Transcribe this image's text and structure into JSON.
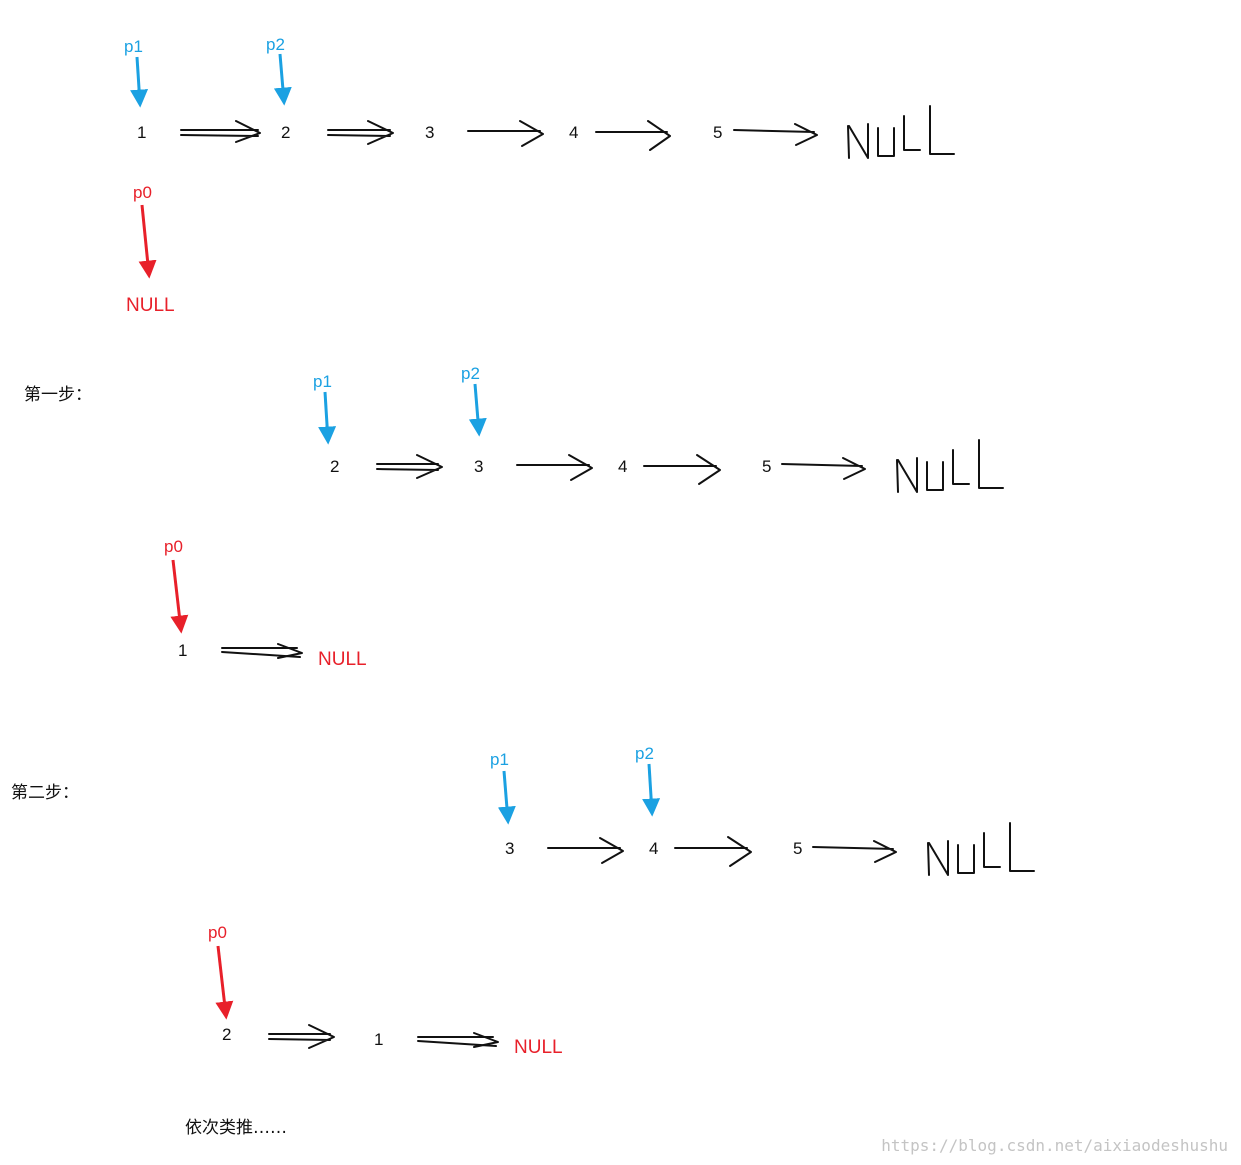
{
  "colors": {
    "pointer_blue": "#1ba1e2",
    "pointer_red": "#e8202a",
    "text": "#111111",
    "watermark": "#c4c4c4"
  },
  "initial": {
    "p1": "p1",
    "p2": "p2",
    "p0": "p0",
    "nodes": [
      "1",
      "2",
      "3",
      "4",
      "5"
    ],
    "tail": "NULL",
    "p0_target": "NULL"
  },
  "step1": {
    "label": "第一步：",
    "p1": "p1",
    "p2": "p2",
    "p0": "p0",
    "nodes": [
      "2",
      "3",
      "4",
      "5"
    ],
    "tail": "NULL",
    "reversed": [
      "1"
    ],
    "reversed_tail": "NULL"
  },
  "step2": {
    "label": "第二步：",
    "p1": "p1",
    "p2": "p2",
    "p0": "p0",
    "nodes": [
      "3",
      "4",
      "5"
    ],
    "tail": "NULL",
    "reversed": [
      "2",
      "1"
    ],
    "reversed_tail": "NULL"
  },
  "ellipsis_text": "依次类推……",
  "watermark": "https://blog.csdn.net/aixiaodeshushu"
}
